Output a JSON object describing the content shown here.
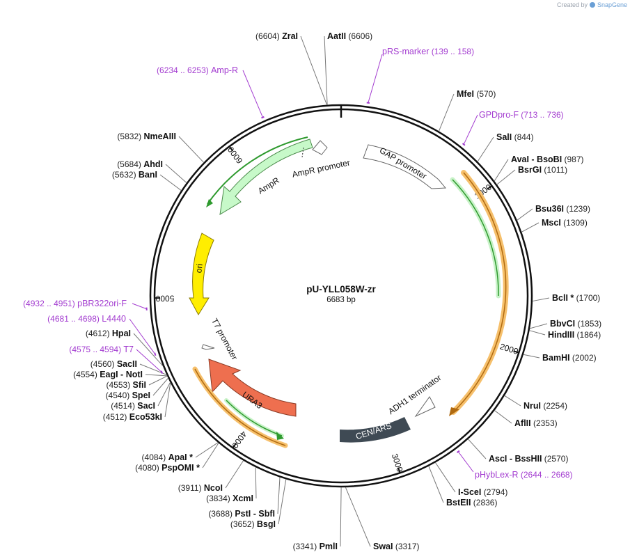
{
  "credit": {
    "prefix": "Created by",
    "brand": "SnapGene"
  },
  "plasmid": {
    "name": "pU-YLL058W-zr",
    "length_label": "6683 bp",
    "length": 6683
  },
  "ticks": [
    {
      "bp": 1000,
      "label": "1000"
    },
    {
      "bp": 2000,
      "label": "2000"
    },
    {
      "bp": 3000,
      "label": "3000"
    },
    {
      "bp": 4000,
      "label": "4000"
    },
    {
      "bp": 5000,
      "label": "5000"
    },
    {
      "bp": 6000,
      "label": "6000"
    }
  ],
  "sites": [
    {
      "id": "zrai",
      "names": [
        "ZraI"
      ],
      "pos": "(6604)",
      "bp": 6604
    },
    {
      "id": "aatii",
      "names": [
        "AatII"
      ],
      "pos": "(6606)",
      "bp": 6606
    },
    {
      "id": "mfei",
      "names": [
        "MfeI"
      ],
      "pos": "(570)",
      "bp": 570
    },
    {
      "id": "sali",
      "names": [
        "SalI"
      ],
      "pos": "(844)",
      "bp": 844
    },
    {
      "id": "avai-bsobi",
      "names": [
        "AvaI",
        "BsoBI"
      ],
      "pos": "(987)",
      "bp": 987
    },
    {
      "id": "bsrgi",
      "names": [
        "BsrGI"
      ],
      "pos": "(1011)",
      "bp": 1011
    },
    {
      "id": "bsu36i",
      "names": [
        "Bsu36I"
      ],
      "pos": "(1239)",
      "bp": 1239
    },
    {
      "id": "msci",
      "names": [
        "MscI"
      ],
      "pos": "(1309)",
      "bp": 1309
    },
    {
      "id": "bcli",
      "names": [
        "BclI *"
      ],
      "pos": "(1700)",
      "bp": 1700
    },
    {
      "id": "bbvci",
      "names": [
        "BbvCI"
      ],
      "pos": "(1853)",
      "bp": 1853
    },
    {
      "id": "hindiii",
      "names": [
        "HindIII"
      ],
      "pos": "(1864)",
      "bp": 1864
    },
    {
      "id": "bamhi",
      "names": [
        "BamHI"
      ],
      "pos": "(2002)",
      "bp": 2002
    },
    {
      "id": "nrui",
      "names": [
        "NruI"
      ],
      "pos": "(2254)",
      "bp": 2254
    },
    {
      "id": "aflii",
      "names": [
        "AflII"
      ],
      "pos": "(2353)",
      "bp": 2353
    },
    {
      "id": "asci-bsshii",
      "names": [
        "AscI",
        "BssHII"
      ],
      "pos": "(2570)",
      "bp": 2570
    },
    {
      "id": "i-scei",
      "names": [
        "I-SceI"
      ],
      "pos": "(2794)",
      "bp": 2794
    },
    {
      "id": "bsteii",
      "names": [
        "BstEII"
      ],
      "pos": "(2836)",
      "bp": 2836
    },
    {
      "id": "swai",
      "names": [
        "SwaI"
      ],
      "pos": "(3317)",
      "bp": 3317
    },
    {
      "id": "pmli",
      "names": [
        "PmlI"
      ],
      "pos": "(3341)",
      "bp": 3341
    },
    {
      "id": "bsgi",
      "names": [
        "BsgI"
      ],
      "pos": "(3652)",
      "bp": 3652
    },
    {
      "id": "psti-sbfi",
      "names": [
        "PstI",
        "SbfI"
      ],
      "pos": "(3688)",
      "bp": 3688
    },
    {
      "id": "xcmi",
      "names": [
        "XcmI"
      ],
      "pos": "(3834)",
      "bp": 3834
    },
    {
      "id": "ncoi",
      "names": [
        "NcoI"
      ],
      "pos": "(3911)",
      "bp": 3911
    },
    {
      "id": "pspomi",
      "names": [
        "PspOMI *"
      ],
      "pos": "(4080)",
      "bp": 4080
    },
    {
      "id": "apai",
      "names": [
        "ApaI *"
      ],
      "pos": "(4084)",
      "bp": 4084
    },
    {
      "id": "eco53ki",
      "names": [
        "Eco53kI"
      ],
      "pos": "(4512)",
      "bp": 4512
    },
    {
      "id": "saci",
      "names": [
        "SacI"
      ],
      "pos": "(4514)",
      "bp": 4514
    },
    {
      "id": "spei",
      "names": [
        "SpeI"
      ],
      "pos": "(4540)",
      "bp": 4540
    },
    {
      "id": "sfii",
      "names": [
        "SfiI"
      ],
      "pos": "(4553)",
      "bp": 4553
    },
    {
      "id": "eagi-noti",
      "names": [
        "EagI",
        "NotI"
      ],
      "pos": "(4554)",
      "bp": 4554
    },
    {
      "id": "sacii",
      "names": [
        "SacII"
      ],
      "pos": "(4560)",
      "bp": 4560
    },
    {
      "id": "hpai",
      "names": [
        "HpaI"
      ],
      "pos": "(4612)",
      "bp": 4612
    },
    {
      "id": "bani",
      "names": [
        "BanI"
      ],
      "pos": "(5632)",
      "bp": 5632
    },
    {
      "id": "ahdi",
      "names": [
        "AhdI"
      ],
      "pos": "(5684)",
      "bp": 5684
    },
    {
      "id": "nmeaiii",
      "names": [
        "NmeAIII"
      ],
      "pos": "(5832)",
      "bp": 5832
    }
  ],
  "primers": [
    {
      "id": "prs-marker",
      "name": "pRS-marker",
      "range": "(139 .. 158)",
      "bp": 148
    },
    {
      "id": "gpdpro-f",
      "name": "GPDpro-F",
      "range": "(713 .. 736)",
      "bp": 724
    },
    {
      "id": "phyblex-r",
      "name": "pHybLex-R",
      "range": "(2644 .. 2668)",
      "bp": 2656
    },
    {
      "id": "t7",
      "name": "T7",
      "range": "(4575 .. 4594)",
      "bp": 4584
    },
    {
      "id": "l4440",
      "name": "L4440",
      "range": "(4681 .. 4698)",
      "bp": 4689
    },
    {
      "id": "pbr322ori-f",
      "name": "pBR322ori-F",
      "range": "(4932 .. 4951)",
      "bp": 4941
    },
    {
      "id": "amp-r",
      "name": "Amp-R",
      "range": "(6234 .. 6253)",
      "bp": 6243
    }
  ],
  "features": [
    {
      "id": "gap-promoter",
      "label": "GAP promoter",
      "color": "#ffffff"
    },
    {
      "id": "adh1-terminator",
      "label": "ADH1 terminator",
      "color": "#ffffff"
    },
    {
      "id": "cen-ars",
      "label": "CEN/ARS",
      "color": "#3f4a54"
    },
    {
      "id": "ura3",
      "label": "URA3",
      "color": "#ee6f4f"
    },
    {
      "id": "t7-promoter",
      "label": "T7 promoter",
      "color": "#ffffff"
    },
    {
      "id": "ori",
      "label": "ori",
      "color": "#ffee00"
    },
    {
      "id": "ampr",
      "label": "AmpR",
      "color": "#c7f9c9"
    },
    {
      "id": "ampr-promoter",
      "label": "AmpR promoter",
      "color": "#ffffff"
    }
  ],
  "colors": {
    "primer": "#a33cd0",
    "orf_orange": "#f0a040",
    "orf_green": "#2e9a2e"
  }
}
